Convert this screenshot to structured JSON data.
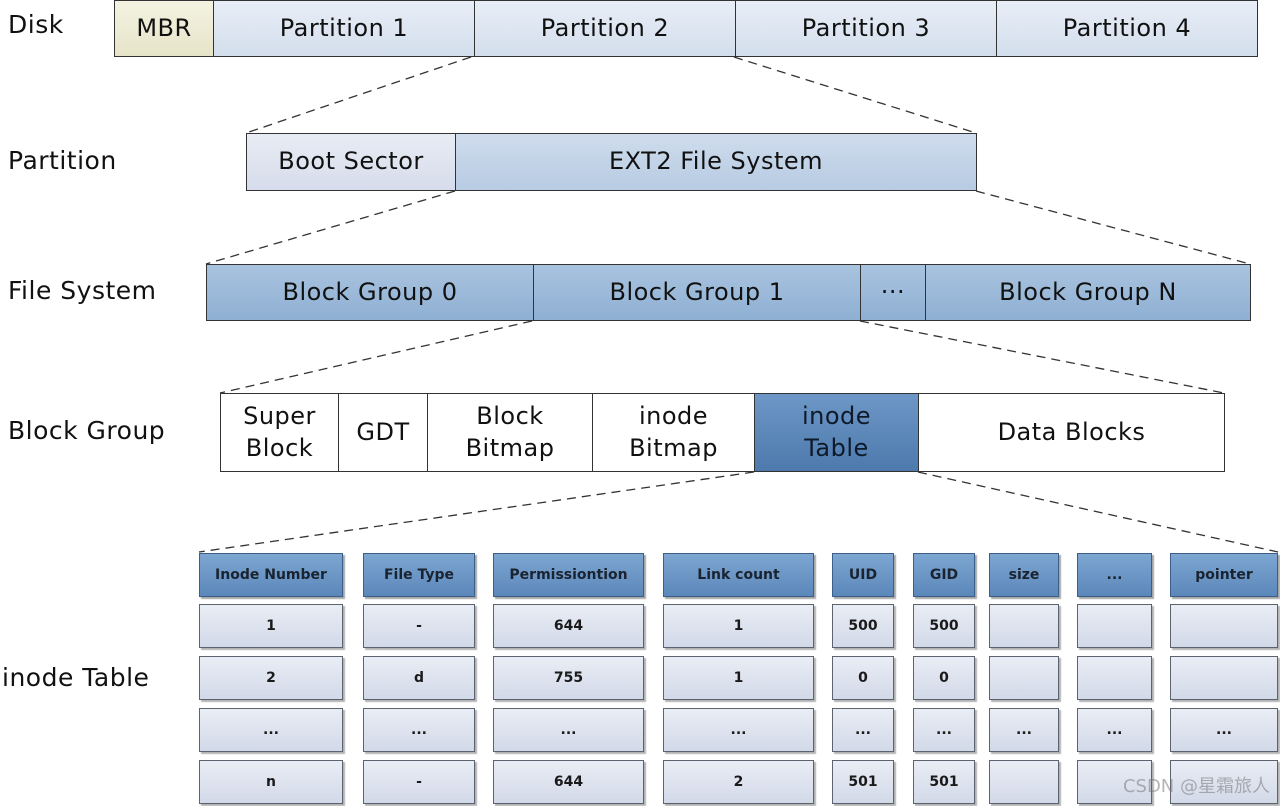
{
  "layers": {
    "disk": "Disk",
    "partition": "Partition",
    "file_system": "File System",
    "block_group": "Block Group",
    "inode_table": "inode Table"
  },
  "disk_row": [
    "MBR",
    "Partition 1",
    "Partition 2",
    "Partition 3",
    "Partition 4"
  ],
  "partition_row": [
    "Boot Sector",
    "EXT2 File System"
  ],
  "fs_row": [
    "Block Group 0",
    "Block Group 1",
    "···",
    "Block Group N"
  ],
  "bg_row": [
    [
      "Super",
      "Block"
    ],
    [
      "GDT"
    ],
    [
      "Block",
      "Bitmap"
    ],
    [
      "inode",
      "Bitmap"
    ],
    [
      "inode",
      "Table"
    ],
    [
      "Data Blocks"
    ]
  ],
  "table": {
    "headers": [
      "Inode Number",
      "File Type",
      "Permissiontion",
      "Link count",
      "UID",
      "GID",
      "size",
      "...",
      "pointer"
    ],
    "rows": [
      [
        "1",
        "-",
        "644",
        "1",
        "500",
        "500",
        "",
        "",
        ""
      ],
      [
        "2",
        "d",
        "755",
        "1",
        "0",
        "0",
        "",
        "",
        ""
      ],
      [
        "...",
        "...",
        "...",
        "...",
        "...",
        "...",
        "...",
        "...",
        "..."
      ],
      [
        "n",
        "-",
        "644",
        "2",
        "501",
        "501",
        "",
        "",
        ""
      ]
    ]
  },
  "watermark": "CSDN @星霜旅人"
}
